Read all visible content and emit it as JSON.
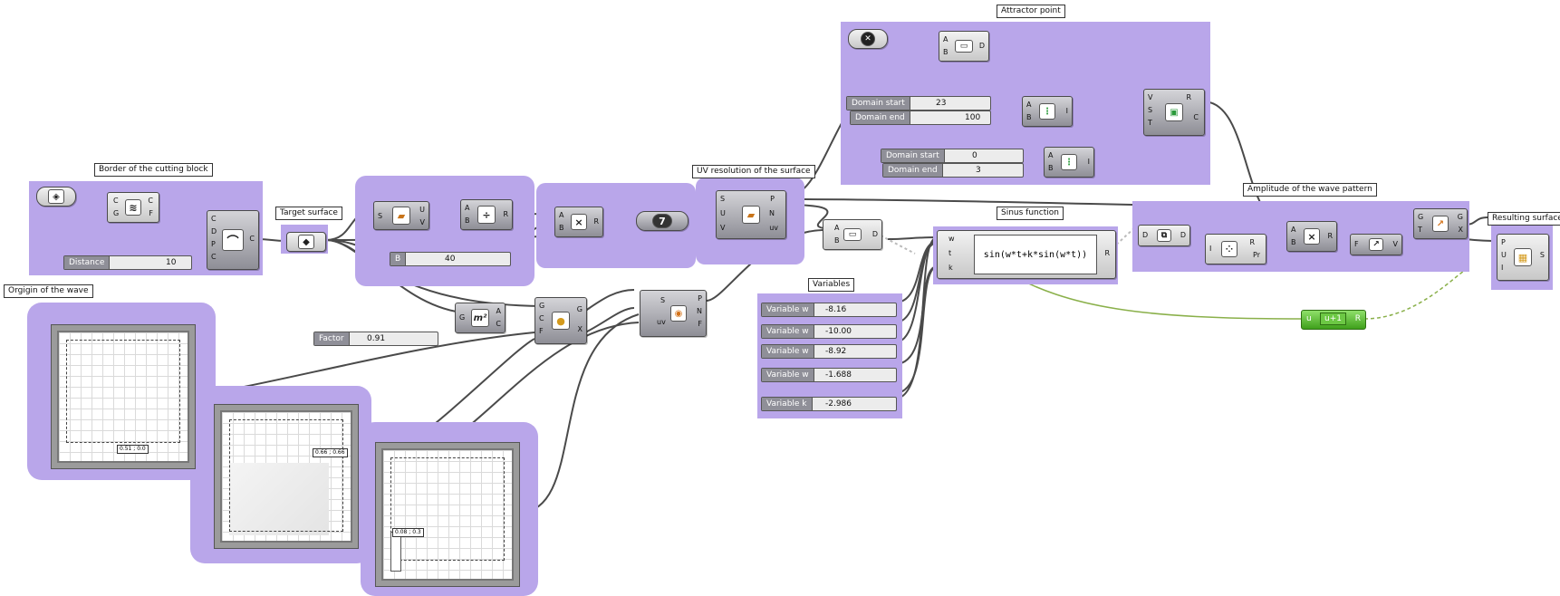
{
  "groups": {
    "border_block": "Border of the cutting block",
    "target_surface": "Target surface",
    "uv_resolution": "UV resolution of the surface",
    "attractor": "Attractor point",
    "sinus": "Sinus function",
    "amplitude": "Amplitude of the wave pattern",
    "resulting": "Resulting surface",
    "origin": "Orgigin of the wave",
    "variables": "Variables"
  },
  "sliders": {
    "distance": {
      "label": "Distance",
      "value": "10"
    },
    "b": {
      "label": "B",
      "value": "40"
    },
    "factor": {
      "label": "Factor",
      "value": "0.91"
    },
    "domain_start_1": {
      "label": "Domain start",
      "value": "23"
    },
    "domain_end_1": {
      "label": "Domain end",
      "value": "100"
    },
    "domain_start_2": {
      "label": "Domain start",
      "value": "0"
    },
    "domain_end_2": {
      "label": "Domain end",
      "value": "3"
    },
    "var1": {
      "label": "Variable w",
      "value": "-8.16"
    },
    "var2": {
      "label": "Variable w",
      "value": "-10.00"
    },
    "var3": {
      "label": "Variable w",
      "value": "-8.92"
    },
    "var4": {
      "label": "Variable w",
      "value": "-1.688"
    },
    "var5": {
      "label": "Variable k",
      "value": "-2.986"
    }
  },
  "expression": "sin(w*t+k*sin(w*t))",
  "expression_inputs": [
    "w",
    "t",
    "k"
  ],
  "expression_output": "R",
  "panel_seven": "7",
  "green_component": {
    "in": "u",
    "label": "u+1",
    "out": "R"
  },
  "pads": {
    "pad1": "0.51 ; 0.0",
    "pad2": "0.66 ; 0.66",
    "pad3": "0.08 ; 0.3"
  },
  "ports": {
    "offset_in": [
      "C",
      "G"
    ],
    "offset_out": [
      "C",
      "F"
    ],
    "loft_in": [
      "C",
      "D",
      "P",
      "C"
    ],
    "loft_out": [
      "C"
    ],
    "divide_in": [
      "S"
    ],
    "divide_out": [
      "U",
      "V"
    ],
    "div_in": [
      "A",
      "B"
    ],
    "div_out": [
      "R"
    ],
    "mult_in": [
      "A",
      "B"
    ],
    "mult_out": [
      "R"
    ],
    "eval_in": [
      "S",
      "U",
      "V"
    ],
    "eval_out": [
      "P",
      "N",
      "uv"
    ],
    "dist_in": [
      "A",
      "B"
    ],
    "dist_out": [
      "D"
    ],
    "area_in": [
      "G"
    ],
    "area_out": [
      "A",
      "C"
    ],
    "scale_in": [
      "G",
      "C",
      "F"
    ],
    "scale_out": [
      "G",
      "X"
    ],
    "closest_in": [
      "S",
      "uv"
    ],
    "closest_out": [
      "P",
      "N",
      "F"
    ],
    "att_in": [
      "A",
      "B"
    ],
    "att_out": [
      "D"
    ],
    "cons1_in": [
      "A",
      "B"
    ],
    "cons1_out": [
      "I"
    ],
    "cons2_in": [
      "A",
      "B"
    ],
    "cons2_out": [
      "I"
    ],
    "remap_in": [
      "V",
      "S",
      "T"
    ],
    "remap_out": [
      "R",
      "C"
    ],
    "bounds_in": [
      "D"
    ],
    "bounds_out": [
      "D"
    ],
    "pop_in": [
      "I"
    ],
    "pop_out": [
      "R",
      "Pr"
    ],
    "mult2_in": [
      "A",
      "B"
    ],
    "mult2_out": [
      "R"
    ],
    "vec_in": [
      "F"
    ],
    "vec_out": [
      "V"
    ],
    "move_in": [
      "G",
      "T"
    ],
    "move_out": [
      "G",
      "X"
    ],
    "srf_in": [
      "P",
      "U",
      "I"
    ],
    "srf_out": [
      "S"
    ]
  }
}
